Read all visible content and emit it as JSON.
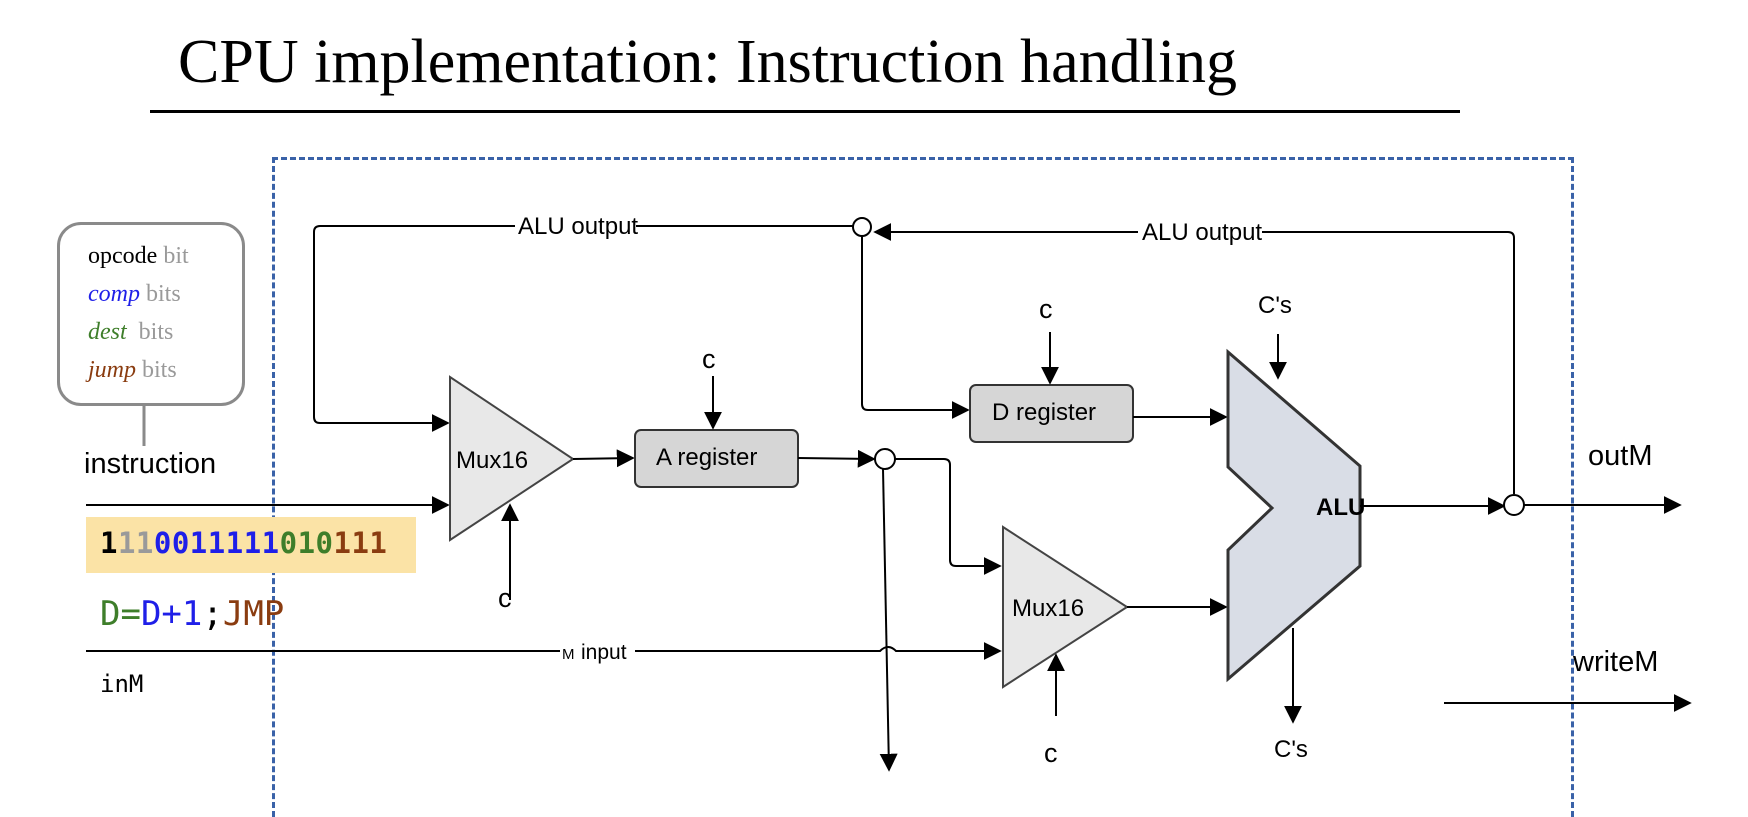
{
  "title": "CPU implementation: Instruction handling",
  "legend": {
    "opcode_word": "opcode",
    "opcode_suffix": "bit",
    "comp_word": "comp",
    "comp_suffix": "bits",
    "dest_word": "dest",
    "dest_suffix": "bits",
    "jump_word": "jump",
    "jump_suffix": "bits"
  },
  "instruction_label": "instruction",
  "binary": {
    "opcode": "1",
    "unused": "11",
    "comp": "0011111",
    "dest": "010",
    "jump": "111"
  },
  "asm": {
    "dest": "D=",
    "comp": "D+1",
    "sep": ";",
    "jump": "JMP"
  },
  "inM_label": "inM",
  "outM_label": "outM",
  "writeM_label": "writeM",
  "components": {
    "mux_a": "Mux16",
    "mux_b": "Mux16",
    "a_register": "A register",
    "d_register": "D register",
    "alu": "ALU"
  },
  "wire_labels": {
    "alu_output_left": "ALU output",
    "alu_output_right": "ALU output",
    "m_input_small": "M",
    "m_input": "input"
  },
  "control_labels": {
    "c": "c",
    "cs": "C's"
  },
  "colors": {
    "dashed_border": "#3a62a8",
    "binary_highlight": "#fbe3a6",
    "opcode": "#000000",
    "unused": "#9a9a9a",
    "comp": "#1f1fe8",
    "dest": "#3e7e2a",
    "jump": "#8a3c10"
  }
}
